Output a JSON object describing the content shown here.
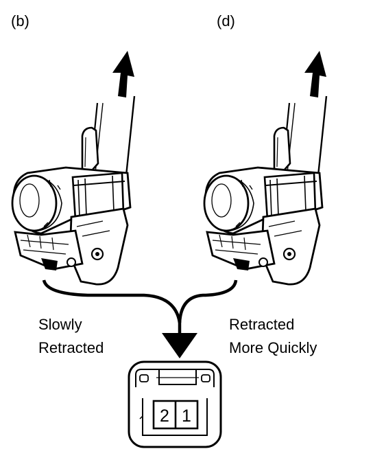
{
  "labels": {
    "left_panel": "(b)",
    "right_panel": "(d)"
  },
  "captions": {
    "left_line1": "Slowly",
    "left_line2": "Retracted",
    "right_line1": "Retracted",
    "right_line2": "More Quickly"
  },
  "label_box": {
    "cell_left": "2",
    "cell_right": "1"
  },
  "icons": [
    "up-arrow-icon",
    "down-arrow-icon",
    "seatbelt-retractor-illustration"
  ]
}
